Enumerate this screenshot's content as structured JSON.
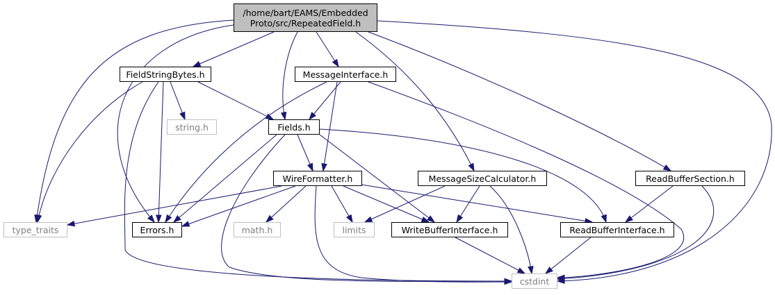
{
  "graph": {
    "edge_color": "#191970",
    "external_border_color": "#bfbfbf",
    "root_fill": "#bfbfbf",
    "root": {
      "line1": "/home/bart/EAMS/Embedded",
      "line2": "Proto/src/RepeatedField.h"
    },
    "nodes": {
      "field_string_bytes": "FieldStringBytes.h",
      "message_interface": "MessageInterface.h",
      "string_h": "string.h",
      "fields": "Fields.h",
      "wire_formatter": "WireFormatter.h",
      "message_size_calculator": "MessageSizeCalculator.h",
      "read_buffer_section": "ReadBufferSection.h",
      "type_traits": "type_traits",
      "errors": "Errors.h",
      "math_h": "math.h",
      "limits": "limits",
      "write_buffer_interface": "WriteBufferInterface.h",
      "read_buffer_interface": "ReadBufferInterface.h",
      "cstdint": "cstdint"
    }
  }
}
